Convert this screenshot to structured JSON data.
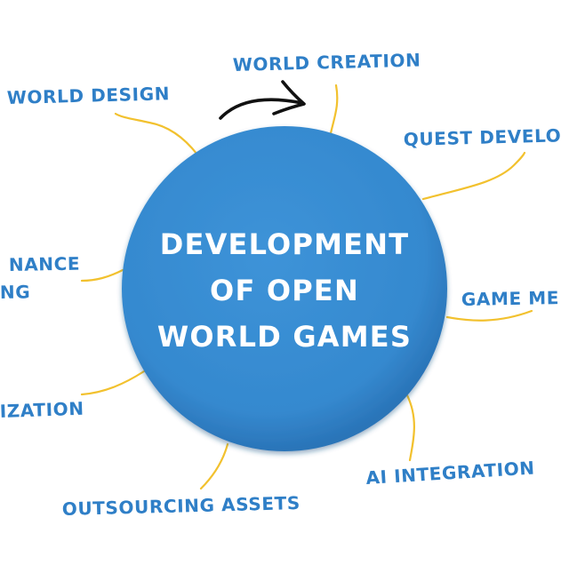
{
  "colors": {
    "hub": "#3a8fd4",
    "label": "#2f7fc7",
    "connector": "#f2c12e",
    "arrow": "#111111",
    "hub_text": "#ffffff"
  },
  "hub": {
    "lines": [
      "DEVELOPMENT",
      "OF OPEN",
      "WORLD GAMES"
    ]
  },
  "nodes": {
    "world_creation": {
      "lines": [
        "WORLD CREATION"
      ]
    },
    "quest_development": {
      "lines": [
        "QUEST DEVELO"
      ]
    },
    "game_mechanics": {
      "lines": [
        "GAME ME"
      ]
    },
    "ai_integration": {
      "lines": [
        "AI INTEGRATION"
      ]
    },
    "outsourcing_assets": {
      "lines": [
        "OUTSOURCING ASSETS"
      ]
    },
    "optimization": {
      "lines": [
        "IZATION"
      ]
    },
    "performance_testing": {
      "lines": [
        "NANCE",
        "NG"
      ]
    },
    "world_design": {
      "lines": [
        "WORLD DESIGN"
      ]
    }
  }
}
